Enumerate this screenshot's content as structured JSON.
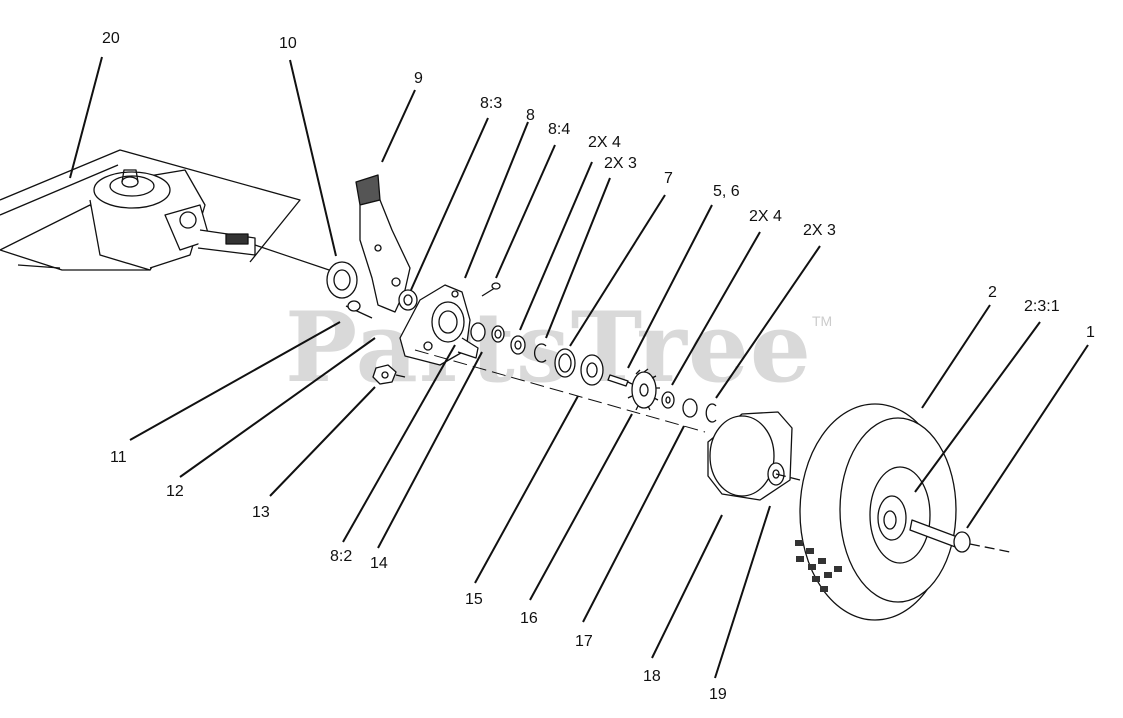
{
  "watermark": {
    "text": "PartsTree",
    "tm": "TM"
  },
  "callouts": [
    "20",
    "10",
    "9",
    "8:3",
    "8",
    "8:4",
    "2X 4",
    "2X 3",
    "7",
    "5, 6",
    "2X 4",
    "2X 3",
    "2",
    "2:3:1",
    "1",
    "11",
    "12",
    "13",
    "8:2",
    "14",
    "15",
    "16",
    "17",
    "18",
    "19"
  ]
}
